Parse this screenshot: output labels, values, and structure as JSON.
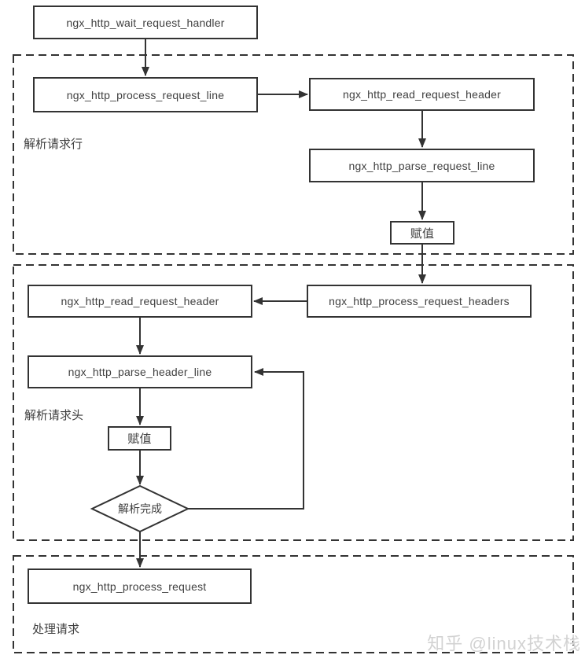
{
  "nodes": {
    "wait_request_handler": "ngx_http_wait_request_handler",
    "process_request_line": "ngx_http_process_request_line",
    "read_request_header_top": "ngx_http_read_request_header",
    "parse_request_line": "ngx_http_parse_request_line",
    "assign_top": "赋值",
    "process_request_headers": "ngx_http_process_request_headers",
    "read_request_header_mid": "ngx_http_read_request_header",
    "parse_header_line": "ngx_http_parse_header_line",
    "assign_mid": "赋值",
    "parse_complete_decision": "解析完成",
    "process_request": "ngx_http_process_request"
  },
  "regions": {
    "parse_request_line_label": "解析请求行",
    "parse_request_header_label": "解析请求头",
    "process_request_label": "处理请求"
  },
  "watermark": "知乎 @linux技术栈",
  "colors": {
    "stroke": "#333333",
    "text": "#404040",
    "watermark": "#d2d2d2",
    "background": "#ffffff"
  }
}
